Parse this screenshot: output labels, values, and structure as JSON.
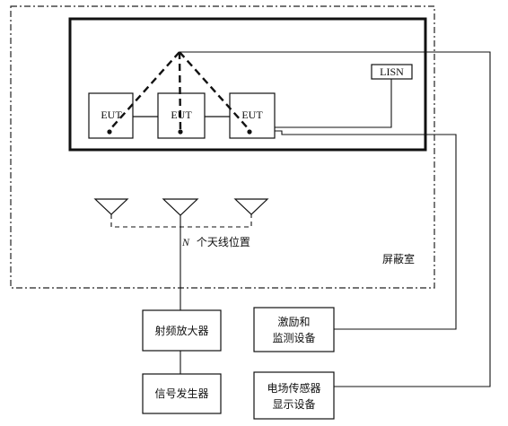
{
  "eut_label": "EUT",
  "lisn_label": "LISN",
  "antenna_positions_prefix": "N",
  "antenna_positions_label": "个天线位置",
  "shielded_room_label": "屏蔽室",
  "rf_amplifier_label": "射频放大器",
  "signal_generator_label": "信号发生器",
  "excitation_monitor_label_line1": "激励和",
  "excitation_monitor_label_line2": "监测设备",
  "field_sensor_display_label_line1": "电场传感器",
  "field_sensor_display_label_line2": "显示设备"
}
